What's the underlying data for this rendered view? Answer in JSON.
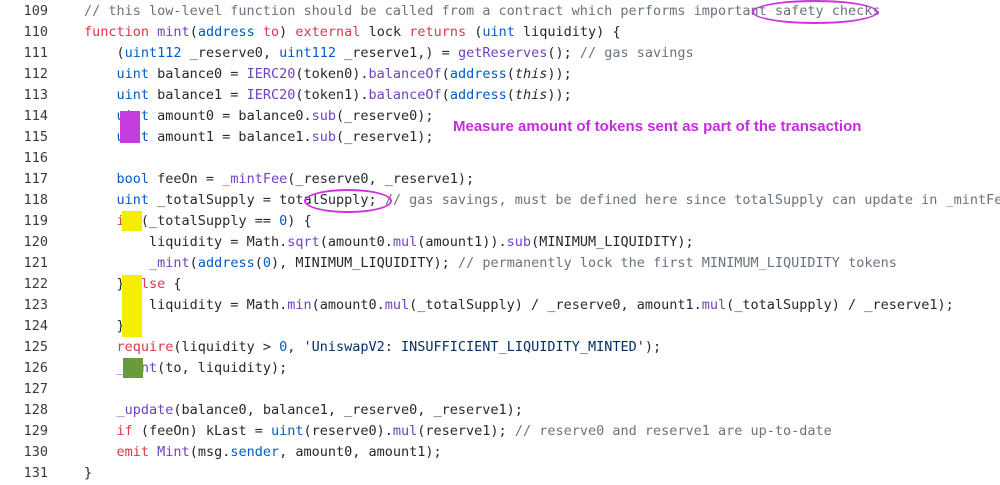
{
  "annotation_text": "Measure amount of tokens sent as part of the transaction",
  "colors": {
    "keyword": "#d73a49",
    "function": "#6f42c1",
    "type": "#005cc5",
    "string": "#032f62",
    "comment": "#6a737d",
    "annotation": "#c62be0",
    "marker_purple": "#c43ddc",
    "marker_yellow": "#f6ee00",
    "marker_green": "#6a9a3a"
  },
  "lines": [
    {
      "num": "109",
      "indent": 2,
      "tokens": [
        [
          "// this low-level function should be called from a contract which performs important safety checks",
          "comment"
        ]
      ]
    },
    {
      "num": "110",
      "indent": 2,
      "tokens": [
        [
          "function",
          "kw"
        ],
        [
          " ",
          "plain"
        ],
        [
          "mint",
          "fn"
        ],
        [
          "(",
          "plain"
        ],
        [
          "address",
          "type"
        ],
        [
          " ",
          "plain"
        ],
        [
          "to",
          "kw"
        ],
        [
          ") ",
          "plain"
        ],
        [
          "external",
          "kw"
        ],
        [
          " lock ",
          "plain"
        ],
        [
          "returns",
          "kw"
        ],
        [
          " (",
          "plain"
        ],
        [
          "uint",
          "type"
        ],
        [
          " liquidity) {",
          "plain"
        ]
      ]
    },
    {
      "num": "111",
      "indent": 3,
      "tokens": [
        [
          "(",
          "plain"
        ],
        [
          "uint112",
          "type"
        ],
        [
          " _reserve0, ",
          "plain"
        ],
        [
          "uint112",
          "type"
        ],
        [
          " _reserve1,) = ",
          "plain"
        ],
        [
          "getReserves",
          "fn"
        ],
        [
          "(); ",
          "plain"
        ],
        [
          "// gas savings",
          "comment"
        ]
      ]
    },
    {
      "num": "112",
      "indent": 3,
      "tokens": [
        [
          "uint",
          "type"
        ],
        [
          " balance0 = ",
          "plain"
        ],
        [
          "IERC20",
          "fn"
        ],
        [
          "(token0).",
          "plain"
        ],
        [
          "balanceOf",
          "fn"
        ],
        [
          "(",
          "plain"
        ],
        [
          "address",
          "type"
        ],
        [
          "(",
          "plain"
        ],
        [
          "this",
          "this"
        ],
        [
          "));",
          "plain"
        ]
      ]
    },
    {
      "num": "113",
      "indent": 3,
      "tokens": [
        [
          "uint",
          "type"
        ],
        [
          " balance1 = ",
          "plain"
        ],
        [
          "IERC20",
          "fn"
        ],
        [
          "(token1).",
          "plain"
        ],
        [
          "balanceOf",
          "fn"
        ],
        [
          "(",
          "plain"
        ],
        [
          "address",
          "type"
        ],
        [
          "(",
          "plain"
        ],
        [
          "this",
          "this"
        ],
        [
          "));",
          "plain"
        ]
      ]
    },
    {
      "num": "114",
      "indent": 3,
      "tokens": [
        [
          "uint",
          "type"
        ],
        [
          " amount0 = balance0.",
          "plain"
        ],
        [
          "sub",
          "fn"
        ],
        [
          "(_reserve0);",
          "plain"
        ]
      ]
    },
    {
      "num": "115",
      "indent": 3,
      "tokens": [
        [
          "uint",
          "type"
        ],
        [
          " amount1 = balance1.",
          "plain"
        ],
        [
          "sub",
          "fn"
        ],
        [
          "(_reserve1);",
          "plain"
        ]
      ]
    },
    {
      "num": "116",
      "indent": 3,
      "tokens": []
    },
    {
      "num": "117",
      "indent": 3,
      "tokens": [
        [
          "bool",
          "type"
        ],
        [
          " feeOn = ",
          "plain"
        ],
        [
          "_mintFee",
          "fn"
        ],
        [
          "(_reserve0, _reserve1);",
          "plain"
        ]
      ]
    },
    {
      "num": "118",
      "indent": 3,
      "tokens": [
        [
          "uint",
          "type"
        ],
        [
          " _totalSupply = totalSupply; ",
          "plain"
        ],
        [
          "// gas savings, must be defined here since totalSupply can update in _mintFee",
          "comment"
        ]
      ]
    },
    {
      "num": "119",
      "indent": 3,
      "tokens": [
        [
          "if",
          "kw"
        ],
        [
          " (_totalSupply == ",
          "plain"
        ],
        [
          "0",
          "num"
        ],
        [
          ") {",
          "plain"
        ]
      ]
    },
    {
      "num": "120",
      "indent": 4,
      "tokens": [
        [
          "liquidity = Math.",
          "plain"
        ],
        [
          "sqrt",
          "fn"
        ],
        [
          "(amount0.",
          "plain"
        ],
        [
          "mul",
          "fn"
        ],
        [
          "(amount1)).",
          "plain"
        ],
        [
          "sub",
          "fn"
        ],
        [
          "(MINIMUM_LIQUIDITY);",
          "plain"
        ]
      ]
    },
    {
      "num": "121",
      "indent": 4,
      "tokens": [
        [
          "_mint",
          "fn"
        ],
        [
          "(",
          "plain"
        ],
        [
          "address",
          "type"
        ],
        [
          "(",
          "plain"
        ],
        [
          "0",
          "num"
        ],
        [
          "), MINIMUM_LIQUIDITY); ",
          "plain"
        ],
        [
          "// permanently lock the first MINIMUM_LIQUIDITY tokens",
          "comment"
        ]
      ]
    },
    {
      "num": "122",
      "indent": 3,
      "tokens": [
        [
          "} ",
          "plain"
        ],
        [
          "else",
          "kw"
        ],
        [
          " {",
          "plain"
        ]
      ]
    },
    {
      "num": "123",
      "indent": 4,
      "tokens": [
        [
          "liquidity = Math.",
          "plain"
        ],
        [
          "min",
          "fn"
        ],
        [
          "(amount0.",
          "plain"
        ],
        [
          "mul",
          "fn"
        ],
        [
          "(_totalSupply) / _reserve0, amount1.",
          "plain"
        ],
        [
          "mul",
          "fn"
        ],
        [
          "(_totalSupply) / _reserve1);",
          "plain"
        ]
      ]
    },
    {
      "num": "124",
      "indent": 3,
      "tokens": [
        [
          "}",
          "plain"
        ]
      ]
    },
    {
      "num": "125",
      "indent": 3,
      "tokens": [
        [
          "require",
          "kw"
        ],
        [
          "(liquidity > ",
          "plain"
        ],
        [
          "0",
          "num"
        ],
        [
          ", ",
          "plain"
        ],
        [
          "'UniswapV2: INSUFFICIENT_LIQUIDITY_MINTED'",
          "str"
        ],
        [
          ");",
          "plain"
        ]
      ]
    },
    {
      "num": "126",
      "indent": 3,
      "tokens": [
        [
          "_mint",
          "fn"
        ],
        [
          "(to, liquidity);",
          "plain"
        ]
      ]
    },
    {
      "num": "127",
      "indent": 3,
      "tokens": []
    },
    {
      "num": "128",
      "indent": 3,
      "tokens": [
        [
          "_update",
          "fn"
        ],
        [
          "(balance0, balance1, _reserve0, _reserve1);",
          "plain"
        ]
      ]
    },
    {
      "num": "129",
      "indent": 3,
      "tokens": [
        [
          "if",
          "kw"
        ],
        [
          " (feeOn) kLast = ",
          "plain"
        ],
        [
          "uint",
          "type"
        ],
        [
          "(reserve0).",
          "plain"
        ],
        [
          "mul",
          "fn"
        ],
        [
          "(reserve1); ",
          "plain"
        ],
        [
          "// reserve0 and reserve1 are up-to-date",
          "comment"
        ]
      ]
    },
    {
      "num": "130",
      "indent": 3,
      "tokens": [
        [
          "emit",
          "kw"
        ],
        [
          " ",
          "plain"
        ],
        [
          "Mint",
          "fn"
        ],
        [
          "(msg.",
          "plain"
        ],
        [
          "sender",
          "type"
        ],
        [
          ", amount0, amount1);",
          "plain"
        ]
      ]
    },
    {
      "num": "131",
      "indent": 2,
      "tokens": [
        [
          "}",
          "plain"
        ]
      ]
    }
  ]
}
